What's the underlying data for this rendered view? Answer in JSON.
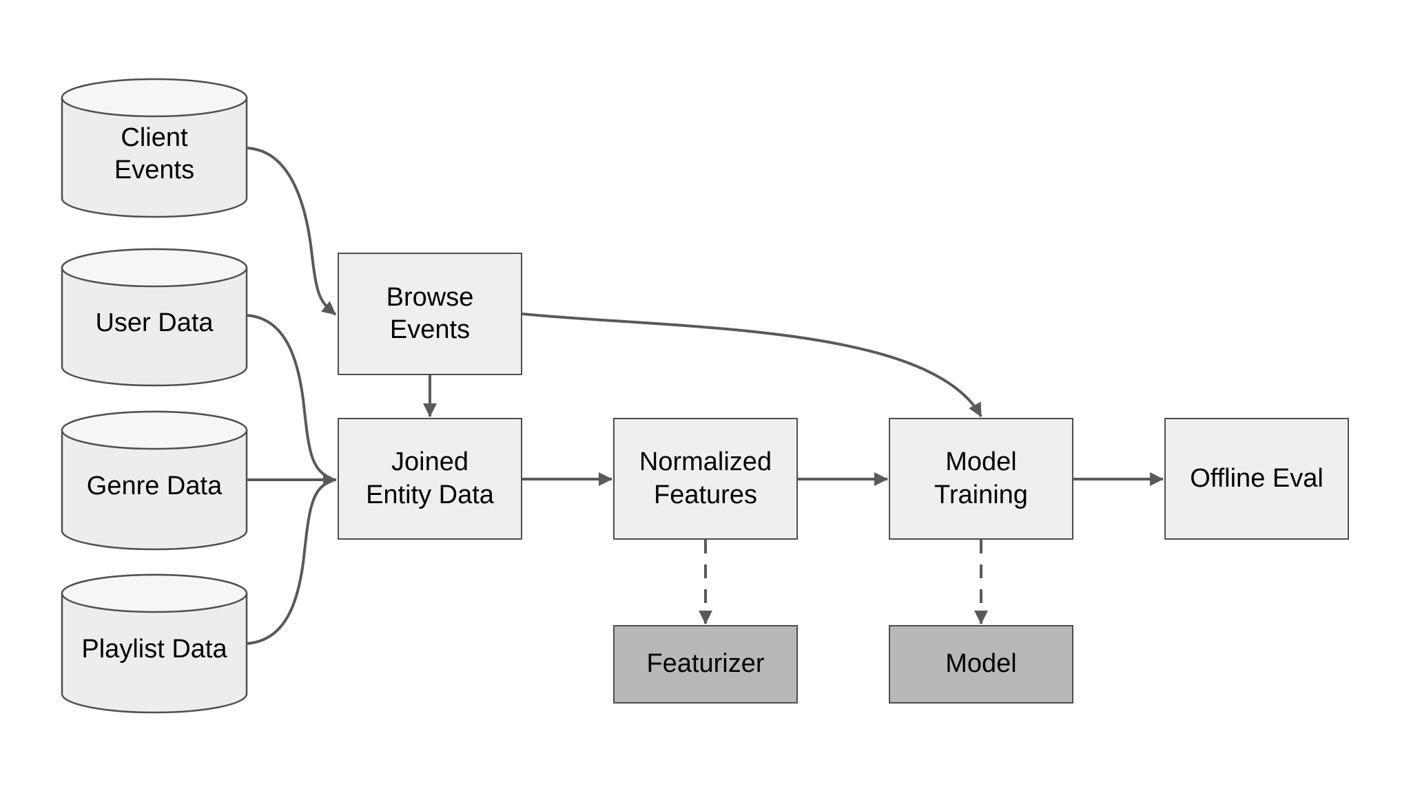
{
  "diagram": {
    "title": "ML data pipeline flowchart",
    "background": "#ffffff"
  },
  "colors": {
    "node_fill_light": "#efefef",
    "node_fill_dark": "#b8b8b8",
    "cylinder_fill": "#ededed",
    "cylinder_top_fill": "#f6f6f6",
    "node_border": "#4d4d4d",
    "arrow": "#595959",
    "text": "#000000"
  },
  "nodes": {
    "client_events": {
      "label": "Client\nEvents",
      "shape": "cylinder"
    },
    "user_data": {
      "label": "User Data",
      "shape": "cylinder"
    },
    "genre_data": {
      "label": "Genre Data",
      "shape": "cylinder"
    },
    "playlist_data": {
      "label": "Playlist Data",
      "shape": "cylinder"
    },
    "browse_events": {
      "label": "Browse\nEvents",
      "shape": "box",
      "tone": "light"
    },
    "joined_entity_data": {
      "label": "Joined\nEntity Data",
      "shape": "box",
      "tone": "light"
    },
    "normalized_features": {
      "label": "Normalized\nFeatures",
      "shape": "box",
      "tone": "light"
    },
    "model_training": {
      "label": "Model\nTraining",
      "shape": "box",
      "tone": "light"
    },
    "offline_eval": {
      "label": "Offline Eval",
      "shape": "box",
      "tone": "light"
    },
    "featurizer": {
      "label": "Featurizer",
      "shape": "box",
      "tone": "dark"
    },
    "model": {
      "label": "Model",
      "shape": "box",
      "tone": "dark"
    }
  },
  "edges": [
    {
      "from": "client_events",
      "to": "browse_events",
      "style": "solid",
      "curved": true
    },
    {
      "from": "user_data",
      "to": "joined_entity_data",
      "style": "solid",
      "curved": true
    },
    {
      "from": "genre_data",
      "to": "joined_entity_data",
      "style": "solid",
      "curved": false
    },
    {
      "from": "playlist_data",
      "to": "joined_entity_data",
      "style": "solid",
      "curved": true
    },
    {
      "from": "browse_events",
      "to": "joined_entity_data",
      "style": "solid",
      "curved": false
    },
    {
      "from": "browse_events",
      "to": "model_training",
      "style": "solid",
      "curved": true
    },
    {
      "from": "joined_entity_data",
      "to": "normalized_features",
      "style": "solid",
      "curved": false
    },
    {
      "from": "normalized_features",
      "to": "model_training",
      "style": "solid",
      "curved": false
    },
    {
      "from": "model_training",
      "to": "offline_eval",
      "style": "solid",
      "curved": false
    },
    {
      "from": "normalized_features",
      "to": "featurizer",
      "style": "dashed",
      "curved": false
    },
    {
      "from": "model_training",
      "to": "model",
      "style": "dashed",
      "curved": false
    }
  ]
}
